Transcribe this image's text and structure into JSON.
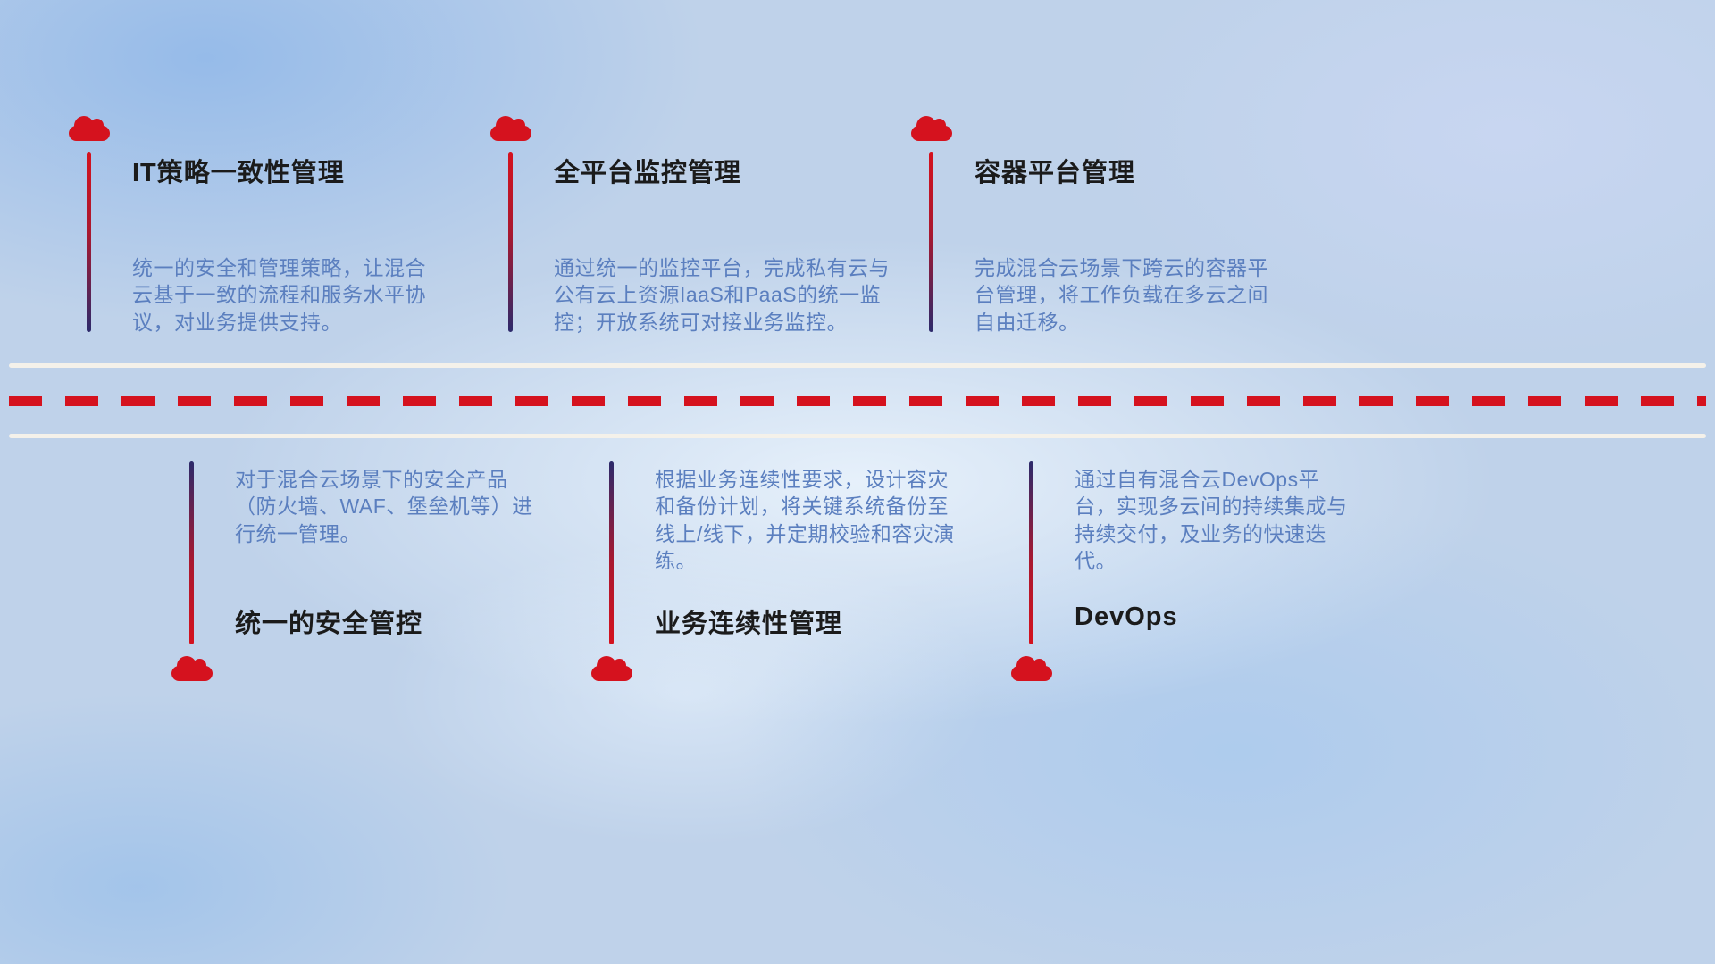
{
  "diagram": {
    "top_items": [
      {
        "title": "IT策略一致性管理",
        "description": "统一的安全和管理策略，让混合云基于一致的流程和服务水平协议，对业务提供支持。"
      },
      {
        "title": "全平台监控管理",
        "description": "通过统一的监控平台，完成私有云与公有云上资源IaaS和PaaS的统一监控；开放系统可对接业务监控。"
      },
      {
        "title": "容器平台管理",
        "description": "完成混合云场景下跨云的容器平台管理，将工作负载在多云之间自由迁移。"
      }
    ],
    "bottom_items": [
      {
        "title": "统一的安全管控",
        "description": "对于混合云场景下的安全产品（防火墙、WAF、堡垒机等）进行统一管理。"
      },
      {
        "title": "业务连续性管理",
        "description": "根据业务连续性要求，设计容灾和备份计划，将关键系统备份至线上/线下，并定期校验和容灾演练。"
      },
      {
        "title": "DevOps",
        "description": "通过自有混合云DevOps平台，实现多云间的持续集成与持续交付，及业务的快速迭代。"
      }
    ],
    "icons": {
      "cloud": "cloud-icon"
    },
    "colors": {
      "accent_red": "#d5121e",
      "stem_navy": "#2c2a6b",
      "title_text": "#1b1b1b",
      "description_text": "#5b7fbf",
      "road_line": "#f4f1ea",
      "background_blue": "#bfd2ea"
    }
  }
}
